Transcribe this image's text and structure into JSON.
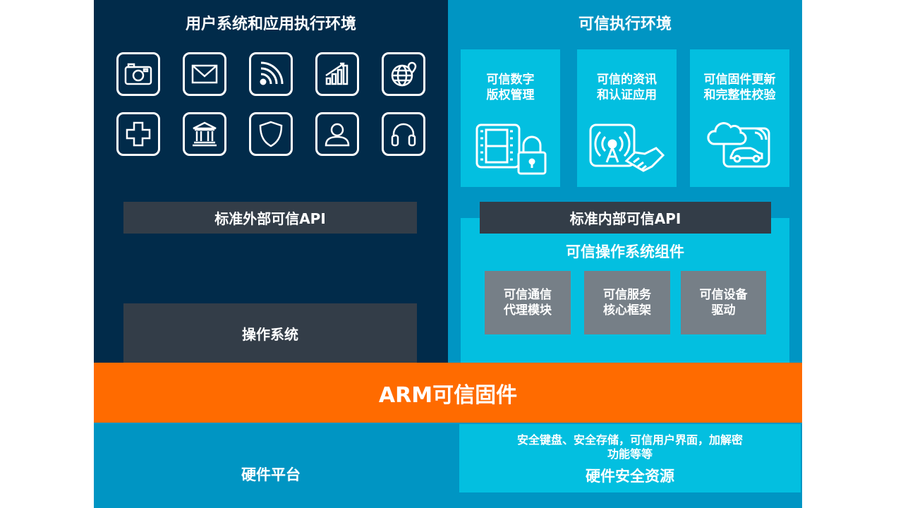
{
  "ree": {
    "title": "用户系统和应用执行环境",
    "external_api": "标准外部可信API",
    "os": "操作系统"
  },
  "tee": {
    "title": "可信执行环境",
    "apps": [
      {
        "line1": "可信数字",
        "line2": "版权管理",
        "icon": "film-lock-icon"
      },
      {
        "line1": "可信的资讯",
        "line2": "和认证应用",
        "icon": "antenna-handshake-icon"
      },
      {
        "line1": "可信固件更新",
        "line2": "和完整性校验",
        "icon": "cloud-car-icon"
      }
    ],
    "internal_api": "标准内部可信API",
    "os_components_title": "可信操作系统组件",
    "components": [
      {
        "line1": "可信通信",
        "line2": "代理模块"
      },
      {
        "line1": "可信服务",
        "line2": "核心框架"
      },
      {
        "line1": "可信设备",
        "line2": "驱动"
      }
    ]
  },
  "firmware": {
    "label": "ARM可信固件"
  },
  "hardware": {
    "platform": "硬件平台",
    "secure_resources_detail": "安全键盘、安全存储，可信用户界面，加解密",
    "secure_resources_detail2": "功能等等",
    "secure_resources_title": "硬件安全资源"
  },
  "app_icons": [
    "camera-icon",
    "mail-icon",
    "rss-icon",
    "chart-icon",
    "globe-icon",
    "medical-cross-icon",
    "bank-icon",
    "shield-icon",
    "user-icon",
    "headset-icon"
  ],
  "colors": {
    "ree_bg": "#012b4a",
    "tee_bg": "#0095c3",
    "tee_card": "#03bfe0",
    "api_bar": "#333d48",
    "component_box": "#767f87",
    "firmware": "#ff6b00"
  }
}
